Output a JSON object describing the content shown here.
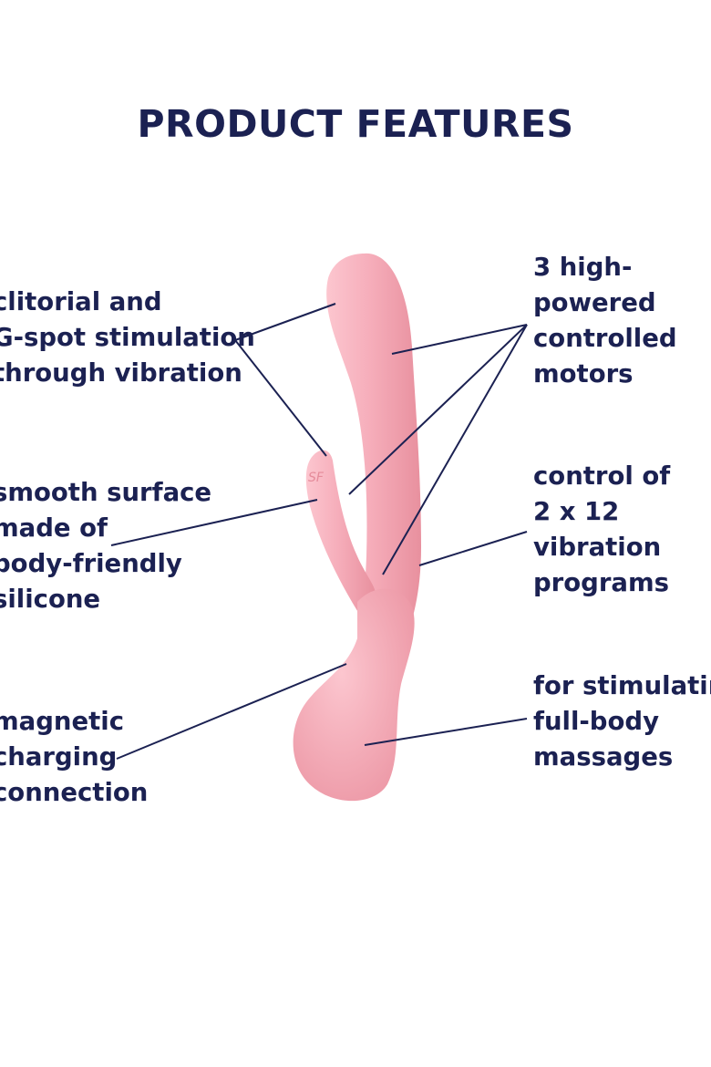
{
  "title": "PRODUCT FEATURES",
  "features": {
    "left": [
      {
        "lines": [
          "clitorial and",
          "G-spot stimulation",
          "through vibration"
        ]
      },
      {
        "lines": [
          "smooth surface",
          "made of",
          "body-friendly",
          "silicone"
        ]
      },
      {
        "lines": [
          "magnetic",
          "charging",
          "connection"
        ]
      }
    ],
    "right": [
      {
        "lines": [
          "3 high-",
          "powered",
          "controlled",
          "motors"
        ]
      },
      {
        "lines": [
          "control of",
          "2 x 12",
          "vibration",
          "programs"
        ]
      },
      {
        "lines": [
          "for stimulating",
          "full-body",
          "massages"
        ]
      }
    ]
  },
  "colors": {
    "text": "#1b2152",
    "product": "#f4a8b4",
    "product_shade": "#e8909e",
    "product_light": "#fcc6cf"
  }
}
